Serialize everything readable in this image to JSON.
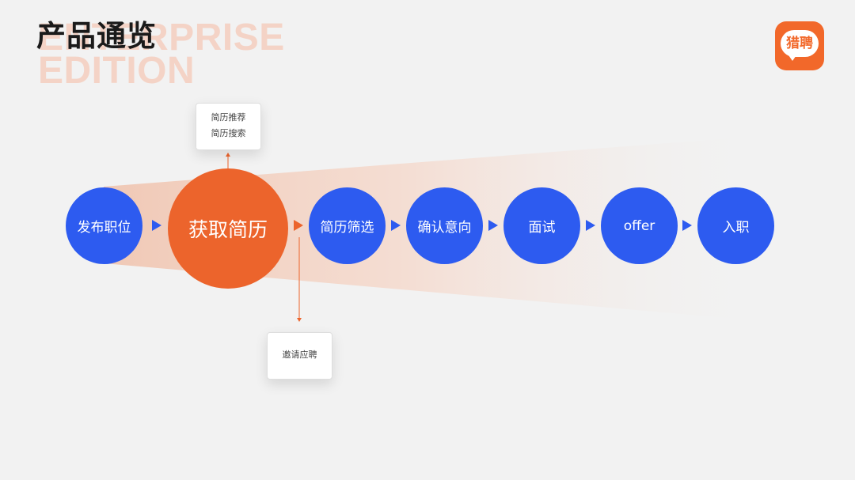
{
  "header": {
    "title": "产品通览",
    "watermark_line1": "ENTERPRISE",
    "watermark_line2": "EDITION",
    "logo_text": "猎聘"
  },
  "flow": {
    "steps": [
      {
        "label": "发布职位",
        "highlight": false
      },
      {
        "label": "获取简历",
        "highlight": true
      },
      {
        "label": "简历筛选",
        "highlight": false
      },
      {
        "label": "确认意向",
        "highlight": false
      },
      {
        "label": "面试",
        "highlight": false
      },
      {
        "label": "offer",
        "highlight": false
      },
      {
        "label": "入职",
        "highlight": false
      }
    ],
    "top_callout": [
      "简历推荐",
      "简历搜索"
    ],
    "bottom_callout": "邀请应聘"
  },
  "colors": {
    "step_blue": "#2d5bf0",
    "highlight_orange": "#ec642c",
    "watermark": "#f4d3c6",
    "background": "#f2f2f2"
  }
}
